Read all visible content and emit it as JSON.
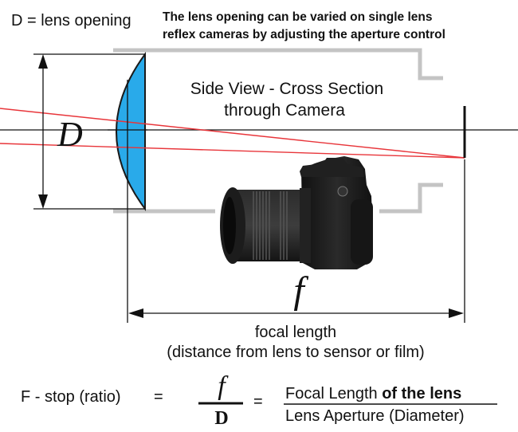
{
  "header": {
    "d_label": "D = lens opening",
    "note_line1": "The lens opening can be varied on single lens",
    "note_line2": "reflex cameras by adjusting the aperture control"
  },
  "diagram": {
    "view_title_line1": "Side View - Cross Section",
    "view_title_line2": "through Camera",
    "d_symbol": "D",
    "f_symbol": "f",
    "focal_caption_line1": "focal length",
    "focal_caption_line2": "(distance from lens to sensor or film)"
  },
  "formula": {
    "lhs": "F - stop (ratio)",
    "equals1": "=",
    "frac_num": "f",
    "frac_den": "D",
    "equals2": "=",
    "num_normal": "Focal Length",
    "num_bold": " of the lens",
    "denominator": "Lens Aperture (Diameter)"
  },
  "colors": {
    "lens_fill": "#29aaea",
    "ray": "#e8353a",
    "housing": "#c4c4c4",
    "camera_body": "#1a1a1a"
  }
}
